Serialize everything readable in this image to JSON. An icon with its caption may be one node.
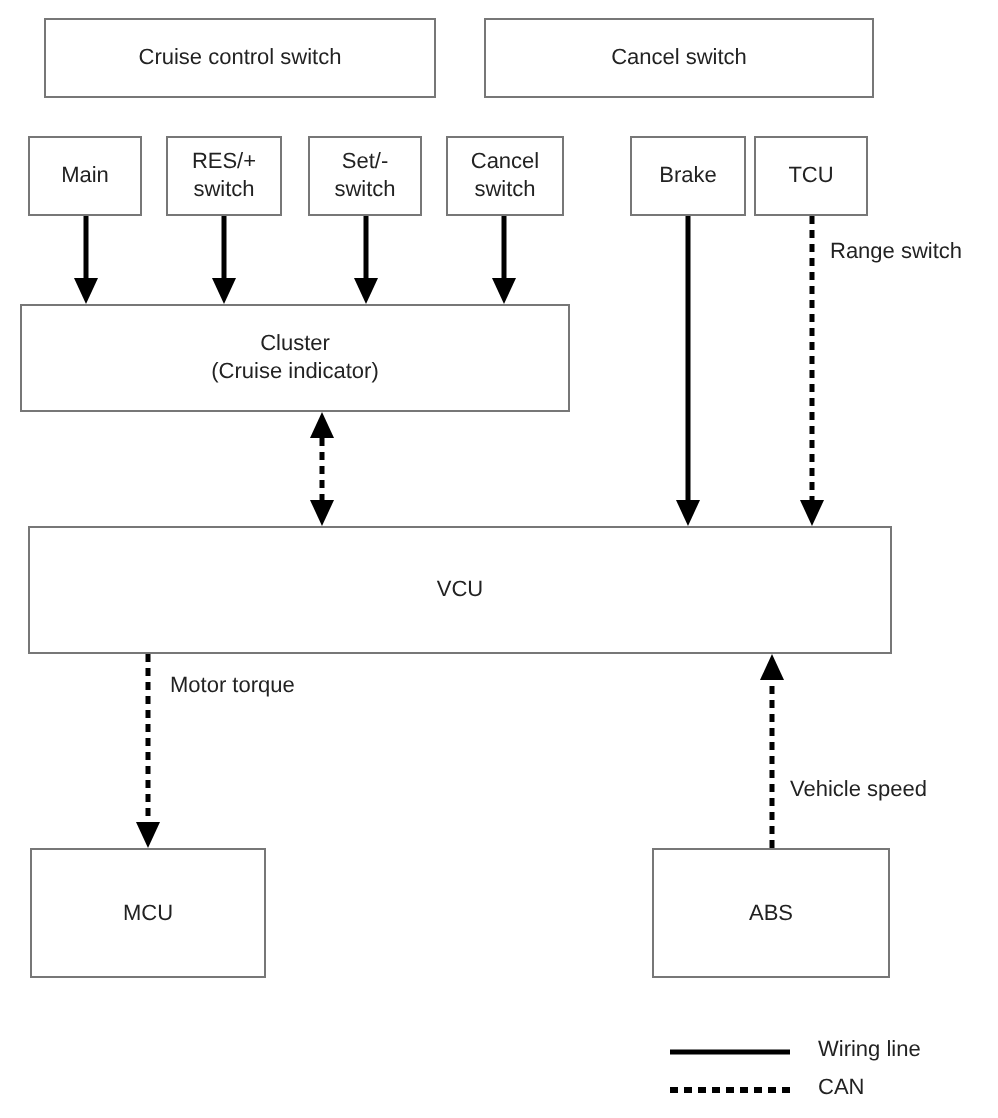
{
  "diagram": {
    "nodes": [
      {
        "text": [
          "Cruise control switch"
        ]
      },
      {
        "text": [
          "Cancel switch"
        ]
      },
      {
        "text": [
          "Main"
        ]
      },
      {
        "text": [
          "RES/+ switch"
        ]
      },
      {
        "text": [
          "Set/- switch"
        ]
      },
      {
        "text": [
          "Cancel switch"
        ]
      },
      {
        "text": [
          "Brake"
        ]
      },
      {
        "text": [
          "TCU"
        ]
      },
      {
        "text": [
          "Cluster",
          "(Cruise indicator)"
        ]
      },
      {
        "text": [
          "VCU"
        ]
      },
      {
        "text": [
          "MCU"
        ]
      },
      {
        "text": [
          "ABS"
        ]
      }
    ],
    "edges": [
      {
        "from": 2,
        "to": 8,
        "arrow": "to"
      },
      {
        "from": 3,
        "to": 8,
        "arrow": "to"
      },
      {
        "from": 4,
        "to": 8,
        "arrow": "to"
      },
      {
        "from": 5,
        "to": 8,
        "arrow": "to"
      },
      {
        "from": 8,
        "to": 9,
        "arrow": "both",
        "style": "dashed"
      },
      {
        "from": 6,
        "to": 9,
        "arrow": "to"
      },
      {
        "from": 7,
        "to": 9,
        "arrow": "to",
        "style": "dashed",
        "label": "Range switch"
      },
      {
        "from": 9,
        "to": 10,
        "arrow": "to",
        "style": "dashed",
        "label": "Motor torque"
      },
      {
        "from": 11,
        "to": 9,
        "arrow": "to",
        "style": "dashed",
        "label": "Vehicle speed"
      }
    ],
    "legend": [
      {
        "text": "Wiring line"
      },
      {
        "text": "CAN"
      }
    ]
  }
}
